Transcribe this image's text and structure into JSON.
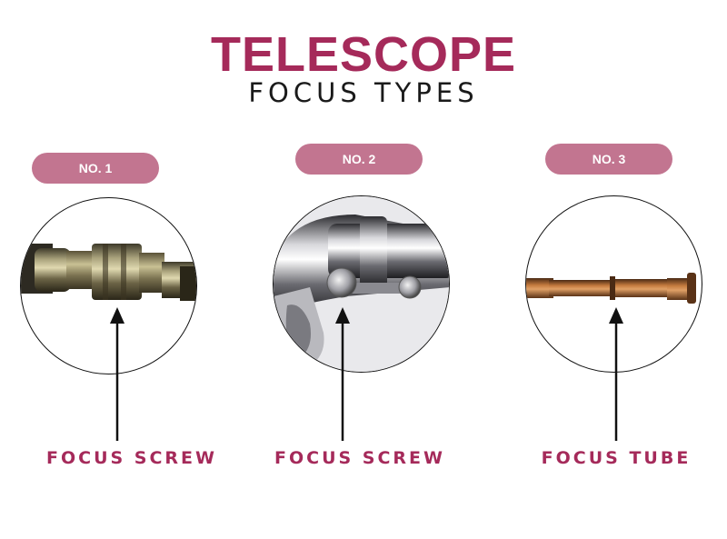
{
  "header": {
    "title": "TELESCOPE",
    "subtitle": "FOCUS TYPES"
  },
  "colors": {
    "accent": "#a52a5a",
    "badge": "#c27590",
    "text": "#1a1a1a"
  },
  "items": [
    {
      "badge": "NO. 1",
      "label": "FOCUS SCREW",
      "icon": "brass-eyepiece-focus-screw-icon"
    },
    {
      "badge": "NO. 2",
      "label": "FOCUS SCREW",
      "icon": "chrome-focuser-knob-icon"
    },
    {
      "badge": "NO. 3",
      "label": "FOCUS TUBE",
      "icon": "copper-telescope-tube-icon"
    }
  ]
}
